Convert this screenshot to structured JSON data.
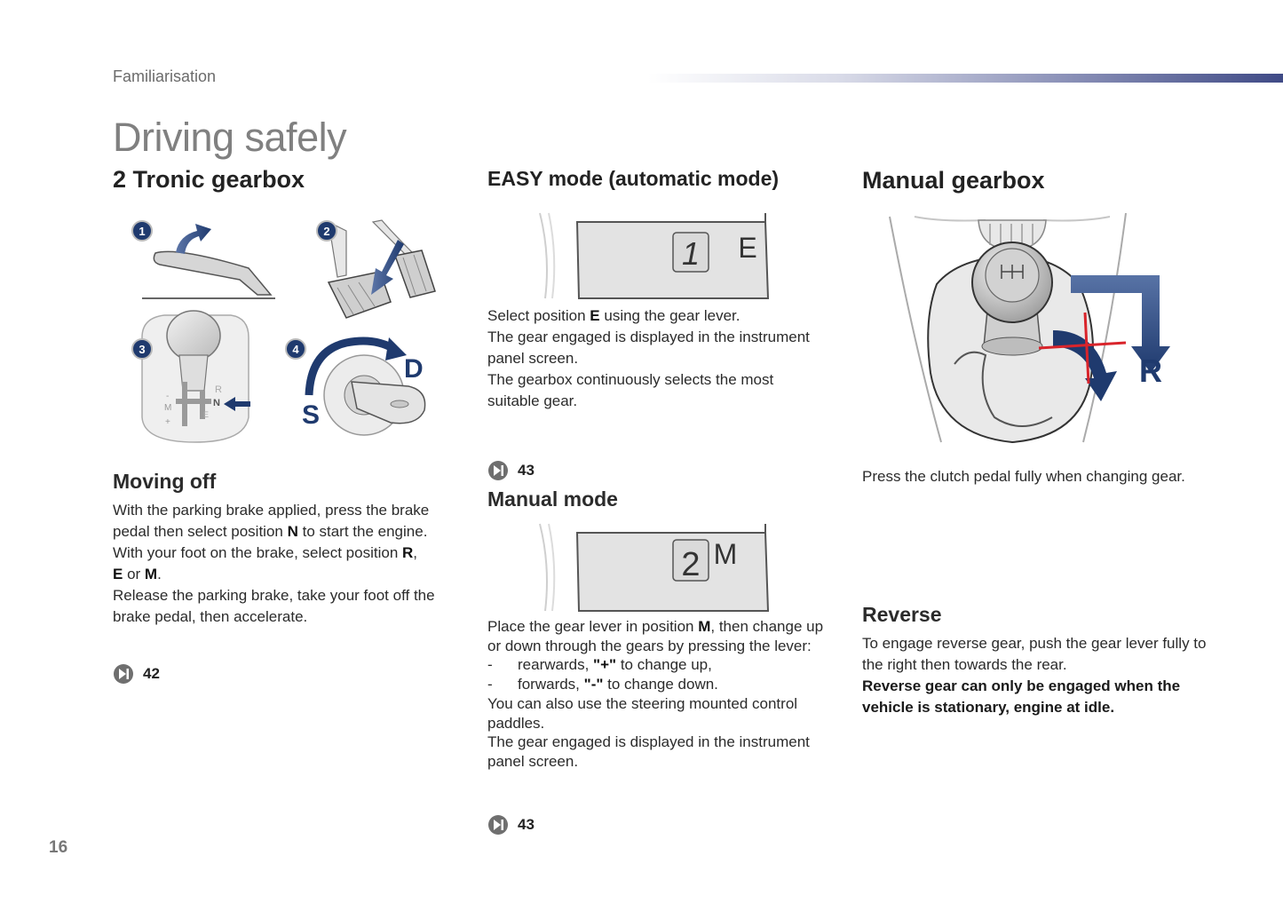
{
  "header": {
    "section": "Familiarisation",
    "title": "Driving safely"
  },
  "columns": {
    "tronic": {
      "title": "2 Tronic gearbox",
      "illustration": {
        "step_numbers": [
          "1",
          "2",
          "3",
          "4"
        ],
        "gate_letters": [
          "M",
          "N",
          "E",
          "R",
          "+",
          "-"
        ],
        "ignition_letters": [
          "S",
          "D"
        ]
      },
      "moving_off": {
        "title": "Moving off",
        "p1": {
          "a": "With the parking brake applied, press the brake pedal then select position ",
          "b": "N",
          "c": " to start the engine."
        },
        "p2": {
          "a": "With your foot on the brake, select position ",
          "b1": "R",
          "c": ",",
          "b2": "E",
          "d": " or ",
          "b3": "M",
          "e": "."
        },
        "p3": "Release the parking brake, take your foot off the brake pedal, then accelerate.",
        "ref": "42"
      }
    },
    "easy": {
      "title": "EASY mode (automatic mode)",
      "display": {
        "gear": "1",
        "mode": "E"
      },
      "p1": {
        "a": "Select position ",
        "b": "E",
        "c": " using the gear lever."
      },
      "p2": "The gear engaged is displayed in the instrument panel screen.",
      "p3": "The gearbox continuously selects the most suitable gear.",
      "ref": "43"
    },
    "manual_mode": {
      "title": "Manual mode",
      "display": {
        "gear": "2",
        "mode": "M"
      },
      "p1": {
        "a": "Place the gear lever in position ",
        "b": "M",
        "c": ", then change up or down through the gears by pressing the lever:"
      },
      "items": [
        {
          "dash": "-",
          "a": "rearwards, ",
          "b": "\"+\"",
          "c": " to change up,"
        },
        {
          "dash": "-",
          "a": "forwards, ",
          "b": "\"-\"",
          "c": " to change down."
        }
      ],
      "p2": "You can also use the steering mounted control paddles.",
      "p3": "The gear engaged is displayed in the instrument panel screen.",
      "ref": "43"
    },
    "manual_gearbox": {
      "title": "Manual gearbox",
      "illustration": {
        "reverse_letter": "R"
      },
      "p1": "Press the clutch pedal fully when changing gear.",
      "reverse": {
        "title": "Reverse",
        "p1": "To engage reverse gear, push the gear lever fully to the right then towards the rear.",
        "warning": "Reverse gear can only be engaged when the vehicle is stationary, engine at idle."
      }
    }
  },
  "page_number": "16",
  "colors": {
    "accent_navy": "#1f3a6e",
    "arrow_red": "#d9242b",
    "title_grey": "#808080"
  }
}
